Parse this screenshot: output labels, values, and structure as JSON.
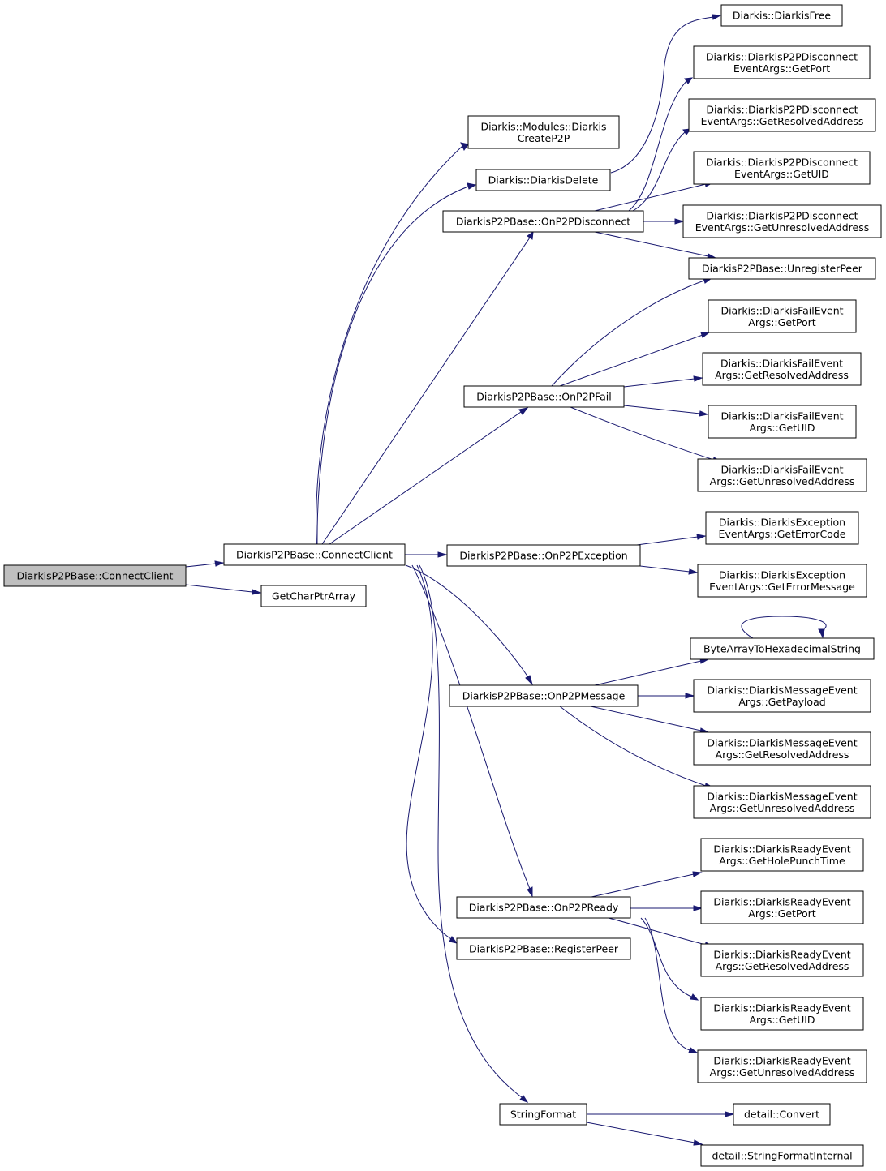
{
  "diagram": {
    "type": "call-graph",
    "colors": {
      "edge": "#191970",
      "node_border": "#000000",
      "node_fill": "#ffffff",
      "root_fill": "#bfbfbf"
    },
    "nodes": [
      {
        "id": "n0",
        "lines": [
          "DiarkisP2PBase::ConnectClient"
        ],
        "root": true
      },
      {
        "id": "n1",
        "lines": [
          "DiarkisP2PBase::ConnectClient"
        ]
      },
      {
        "id": "n2",
        "lines": [
          "GetCharPtrArray"
        ]
      },
      {
        "id": "n3",
        "lines": [
          "Diarkis::Modules::Diarkis",
          "CreateP2P"
        ]
      },
      {
        "id": "n4",
        "lines": [
          "Diarkis::DiarkisDelete"
        ]
      },
      {
        "id": "n5",
        "lines": [
          "DiarkisP2PBase::OnP2PDisconnect"
        ]
      },
      {
        "id": "n6",
        "lines": [
          "DiarkisP2PBase::OnP2PFail"
        ]
      },
      {
        "id": "n7",
        "lines": [
          "DiarkisP2PBase::OnP2PException"
        ]
      },
      {
        "id": "n8",
        "lines": [
          "DiarkisP2PBase::OnP2PMessage"
        ]
      },
      {
        "id": "n9",
        "lines": [
          "DiarkisP2PBase::OnP2PReady"
        ]
      },
      {
        "id": "n10",
        "lines": [
          "DiarkisP2PBase::RegisterPeer"
        ]
      },
      {
        "id": "n11",
        "lines": [
          "StringFormat"
        ]
      },
      {
        "id": "n12",
        "lines": [
          "Diarkis::DiarkisFree"
        ]
      },
      {
        "id": "n13",
        "lines": [
          "Diarkis::DiarkisP2PDisconnect",
          "EventArgs::GetPort"
        ]
      },
      {
        "id": "n14",
        "lines": [
          "Diarkis::DiarkisP2PDisconnect",
          "EventArgs::GetResolvedAddress"
        ]
      },
      {
        "id": "n15",
        "lines": [
          "Diarkis::DiarkisP2PDisconnect",
          "EventArgs::GetUID"
        ]
      },
      {
        "id": "n16",
        "lines": [
          "Diarkis::DiarkisP2PDisconnect",
          "EventArgs::GetUnresolvedAddress"
        ]
      },
      {
        "id": "n17",
        "lines": [
          "DiarkisP2PBase::UnregisterPeer"
        ]
      },
      {
        "id": "n18",
        "lines": [
          "Diarkis::DiarkisFailEvent",
          "Args::GetPort"
        ]
      },
      {
        "id": "n19",
        "lines": [
          "Diarkis::DiarkisFailEvent",
          "Args::GetResolvedAddress"
        ]
      },
      {
        "id": "n20",
        "lines": [
          "Diarkis::DiarkisFailEvent",
          "Args::GetUID"
        ]
      },
      {
        "id": "n21",
        "lines": [
          "Diarkis::DiarkisFailEvent",
          "Args::GetUnresolvedAddress"
        ]
      },
      {
        "id": "n22",
        "lines": [
          "Diarkis::DiarkisException",
          "EventArgs::GetErrorCode"
        ]
      },
      {
        "id": "n23",
        "lines": [
          "Diarkis::DiarkisException",
          "EventArgs::GetErrorMessage"
        ]
      },
      {
        "id": "n24",
        "lines": [
          "ByteArrayToHexadecimalString"
        ]
      },
      {
        "id": "n25",
        "lines": [
          "Diarkis::DiarkisMessageEvent",
          "Args::GetPayload"
        ]
      },
      {
        "id": "n26",
        "lines": [
          "Diarkis::DiarkisMessageEvent",
          "Args::GetResolvedAddress"
        ]
      },
      {
        "id": "n27",
        "lines": [
          "Diarkis::DiarkisMessageEvent",
          "Args::GetUnresolvedAddress"
        ]
      },
      {
        "id": "n28",
        "lines": [
          "Diarkis::DiarkisReadyEvent",
          "Args::GetHolePunchTime"
        ]
      },
      {
        "id": "n29",
        "lines": [
          "Diarkis::DiarkisReadyEvent",
          "Args::GetPort"
        ]
      },
      {
        "id": "n30",
        "lines": [
          "Diarkis::DiarkisReadyEvent",
          "Args::GetResolvedAddress"
        ]
      },
      {
        "id": "n31",
        "lines": [
          "Diarkis::DiarkisReadyEvent",
          "Args::GetUID"
        ]
      },
      {
        "id": "n32",
        "lines": [
          "Diarkis::DiarkisReadyEvent",
          "Args::GetUnresolvedAddress"
        ]
      },
      {
        "id": "n33",
        "lines": [
          "detail::Convert"
        ]
      },
      {
        "id": "n34",
        "lines": [
          "detail::StringFormatInternal"
        ]
      }
    ],
    "edges": [
      {
        "from": "n0",
        "to": "n1"
      },
      {
        "from": "n0",
        "to": "n2"
      },
      {
        "from": "n1",
        "to": "n3"
      },
      {
        "from": "n1",
        "to": "n4"
      },
      {
        "from": "n1",
        "to": "n5"
      },
      {
        "from": "n1",
        "to": "n6"
      },
      {
        "from": "n1",
        "to": "n7"
      },
      {
        "from": "n1",
        "to": "n8"
      },
      {
        "from": "n1",
        "to": "n9"
      },
      {
        "from": "n1",
        "to": "n10"
      },
      {
        "from": "n1",
        "to": "n11"
      },
      {
        "from": "n4",
        "to": "n12"
      },
      {
        "from": "n5",
        "to": "n13"
      },
      {
        "from": "n5",
        "to": "n14"
      },
      {
        "from": "n5",
        "to": "n15"
      },
      {
        "from": "n5",
        "to": "n16"
      },
      {
        "from": "n5",
        "to": "n17"
      },
      {
        "from": "n6",
        "to": "n17"
      },
      {
        "from": "n6",
        "to": "n18"
      },
      {
        "from": "n6",
        "to": "n19"
      },
      {
        "from": "n6",
        "to": "n20"
      },
      {
        "from": "n6",
        "to": "n21"
      },
      {
        "from": "n7",
        "to": "n22"
      },
      {
        "from": "n7",
        "to": "n23"
      },
      {
        "from": "n8",
        "to": "n24"
      },
      {
        "from": "n8",
        "to": "n25"
      },
      {
        "from": "n8",
        "to": "n26"
      },
      {
        "from": "n8",
        "to": "n27"
      },
      {
        "from": "n24",
        "to": "n24"
      },
      {
        "from": "n9",
        "to": "n28"
      },
      {
        "from": "n9",
        "to": "n29"
      },
      {
        "from": "n9",
        "to": "n30"
      },
      {
        "from": "n9",
        "to": "n31"
      },
      {
        "from": "n9",
        "to": "n32"
      },
      {
        "from": "n11",
        "to": "n33"
      },
      {
        "from": "n11",
        "to": "n34"
      }
    ]
  }
}
